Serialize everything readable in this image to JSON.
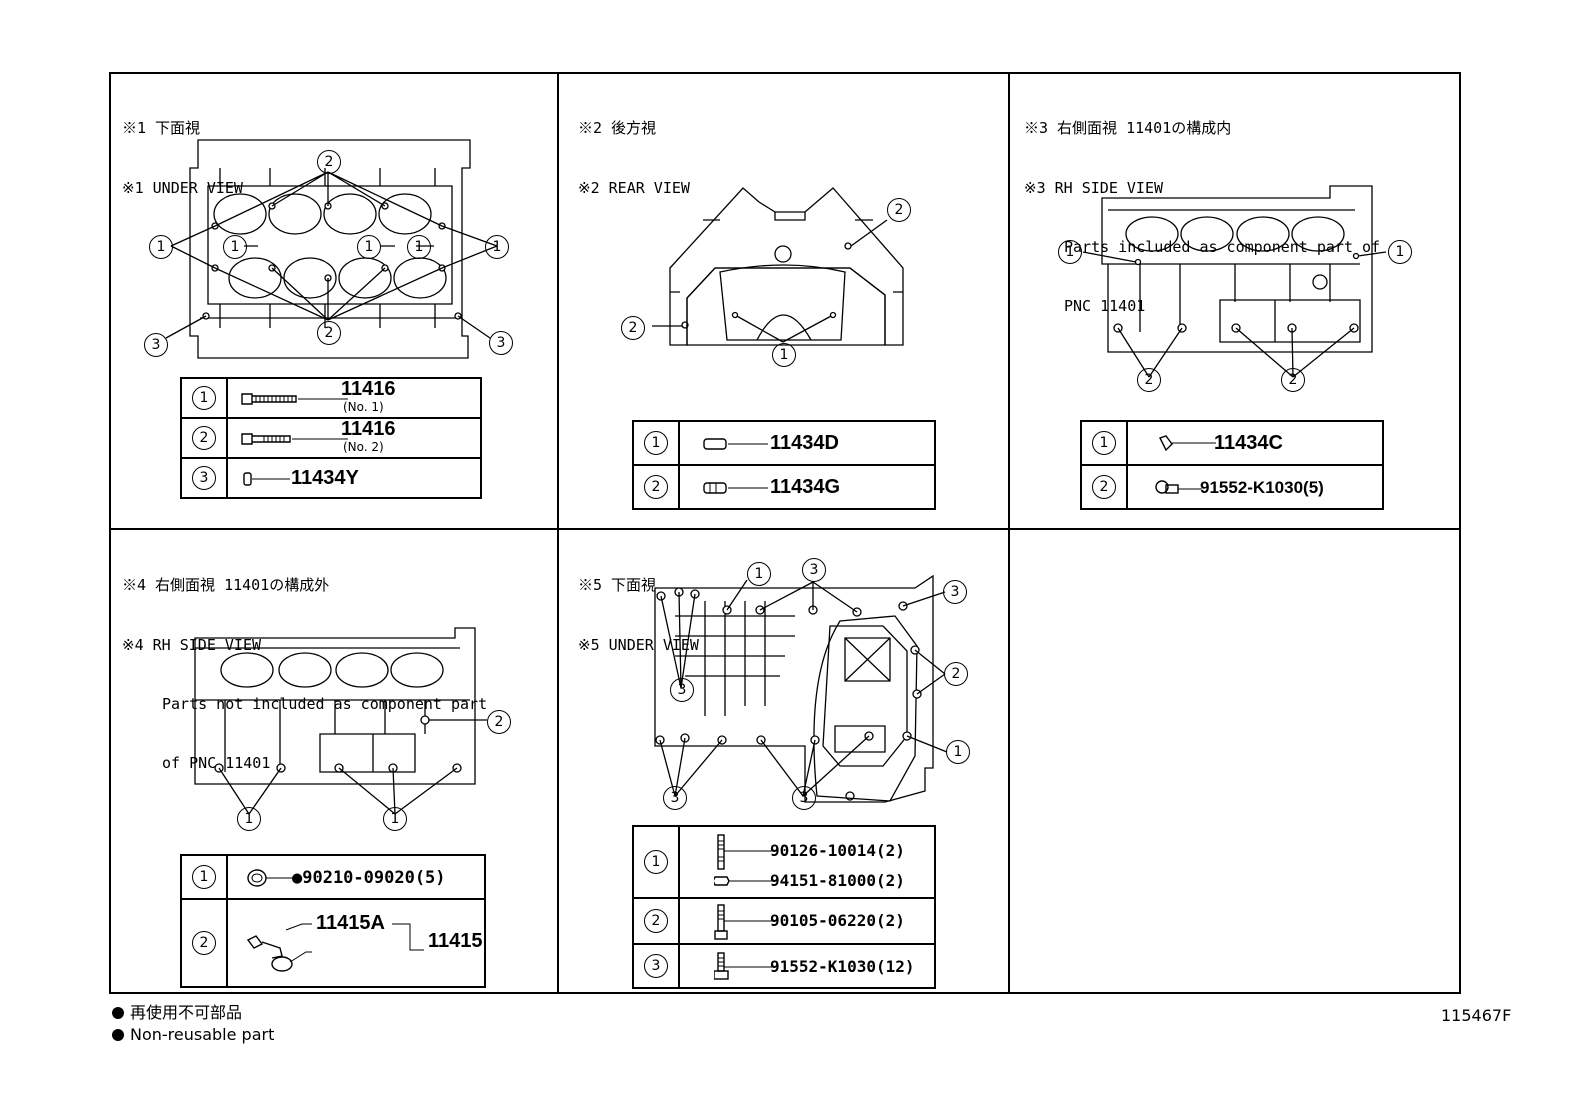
{
  "panels": [
    {
      "id": "p1",
      "header_jp": "※1 下面視",
      "header_en": "※1 UNDER VIEW",
      "desc": [],
      "callouts": [
        "2",
        "1",
        "1",
        "1",
        "1",
        "1",
        "3",
        "2",
        "3"
      ],
      "parts": [
        {
          "num": "1",
          "label": "11416",
          "sub": "(No. 1)"
        },
        {
          "num": "2",
          "label": "11416",
          "sub": "(No. 2)"
        },
        {
          "num": "3",
          "label": "11434Y",
          "sub": ""
        }
      ]
    },
    {
      "id": "p2",
      "header_jp": "※2 後方視",
      "header_en": "※2 REAR VIEW",
      "desc": [],
      "callouts": [
        "2",
        "2",
        "1"
      ],
      "parts": [
        {
          "num": "1",
          "label": "11434D",
          "sub": ""
        },
        {
          "num": "2",
          "label": "11434G",
          "sub": ""
        }
      ]
    },
    {
      "id": "p3",
      "header_jp": "※3 右側面視 11401の構成内",
      "header_en": "※3 RH SIDE VIEW",
      "desc": [
        "Parts included as component part of",
        "PNC 11401"
      ],
      "callouts": [
        "1",
        "1",
        "2",
        "2"
      ],
      "parts": [
        {
          "num": "1",
          "label": "11434C",
          "sub": ""
        },
        {
          "num": "2",
          "label": "91552-K1030(5)",
          "sub": ""
        }
      ]
    },
    {
      "id": "p4",
      "header_jp": "※4 右側面視 11401の構成外",
      "header_en": "※4 RH SIDE VIEW",
      "desc": [
        "Parts not included as component part",
        "of PNC 11401"
      ],
      "callouts": [
        "2",
        "1",
        "1"
      ],
      "parts": [
        {
          "num": "1",
          "label": "●90210-09020(5)",
          "sub": ""
        },
        {
          "num": "2",
          "label": "11415A",
          "label2": "11415",
          "sub": ""
        }
      ]
    },
    {
      "id": "p5",
      "header_jp": "※5 下面視",
      "header_en": "※5 UNDER VIEW",
      "desc": [],
      "callouts": [
        "1",
        "3",
        "3",
        "3",
        "2",
        "1",
        "3",
        "3"
      ],
      "parts": [
        {
          "num": "1",
          "label": "90126-10014(2)",
          "label2": "94151-81000(2)",
          "sub": ""
        },
        {
          "num": "2",
          "label": "90105-06220(2)",
          "sub": ""
        },
        {
          "num": "3",
          "label": "91552-K1030(12)",
          "sub": ""
        }
      ]
    }
  ],
  "legend": {
    "jp": "再使用不可部品",
    "en": "Non-reusable part"
  },
  "illustration_id": "115467F"
}
